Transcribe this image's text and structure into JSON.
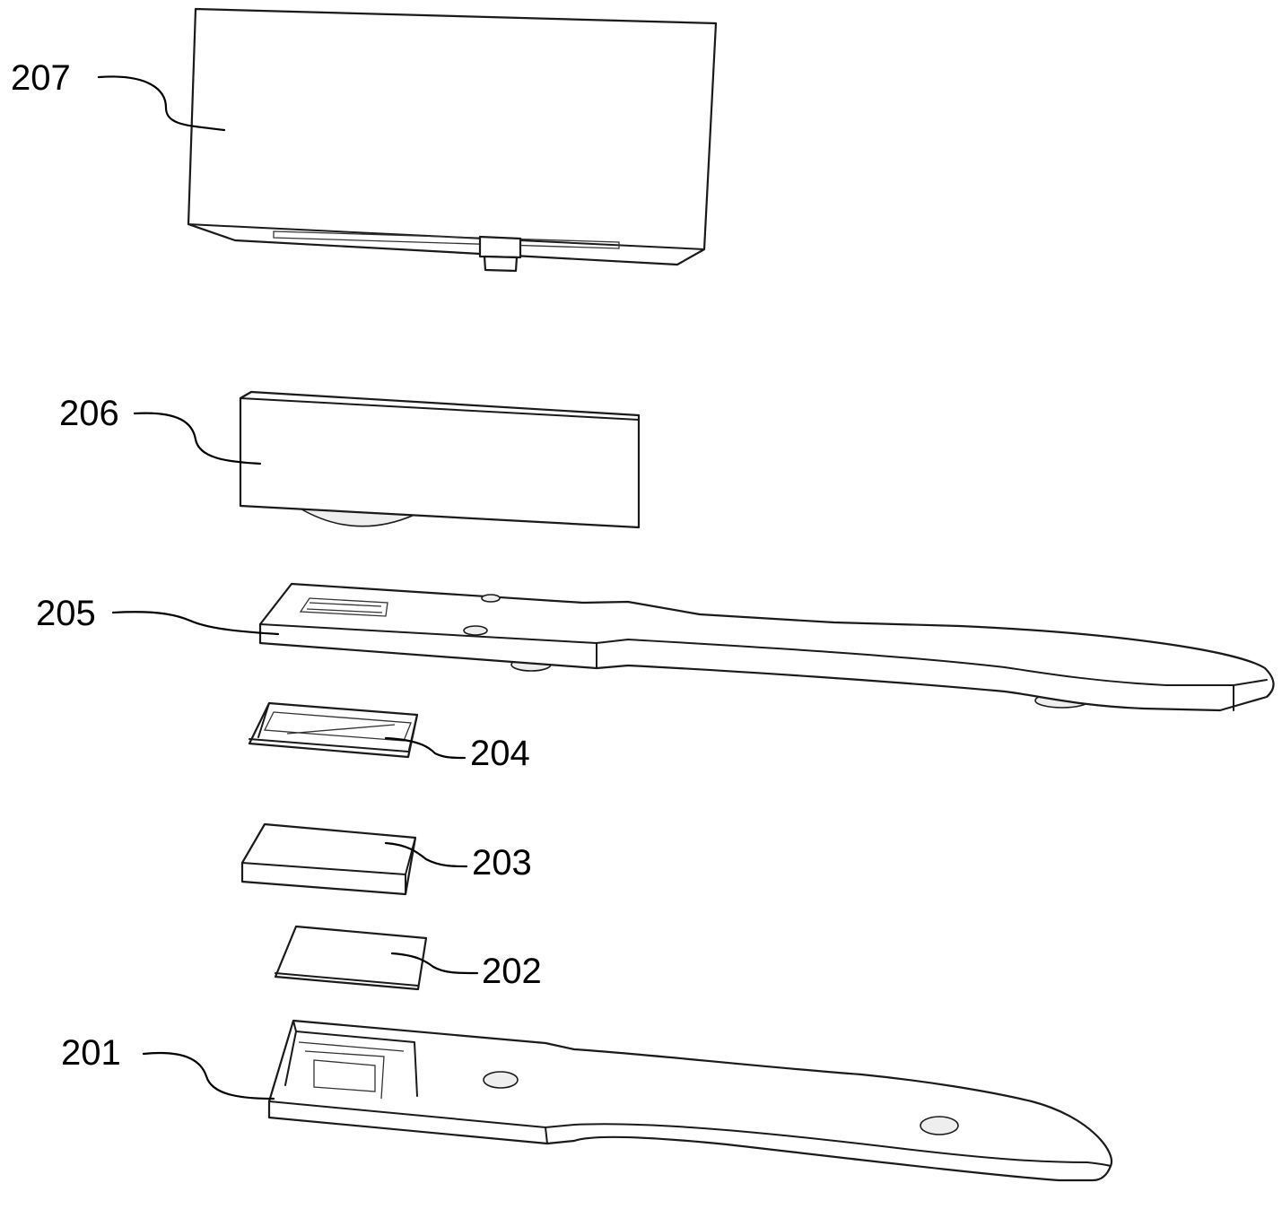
{
  "figure": {
    "labels": {
      "l207": "207",
      "l206": "206",
      "l205": "205",
      "l204": "204",
      "l203": "203",
      "l202": "202",
      "l201": "201"
    },
    "colors": {
      "line": "#1a1a1a",
      "fill": "#ffffff",
      "shade": "#eeeeee"
    }
  }
}
